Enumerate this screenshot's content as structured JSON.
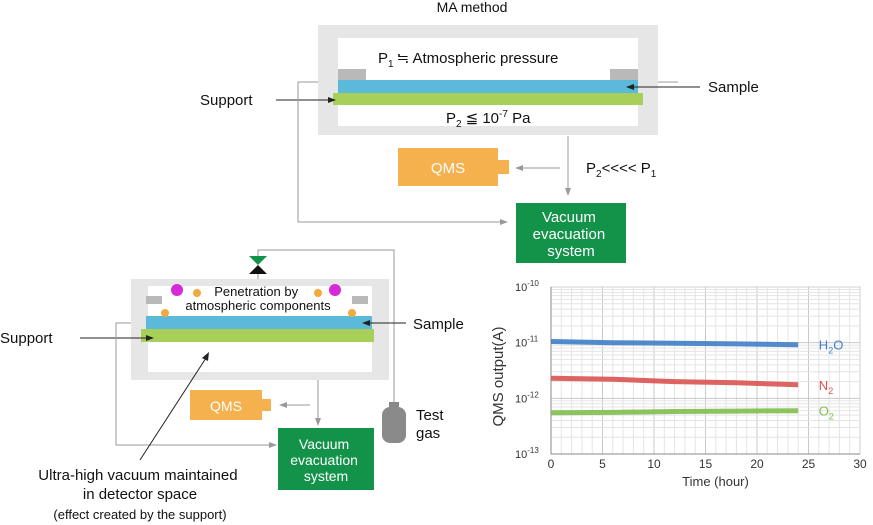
{
  "top": {
    "title": "MA method",
    "p1_var": "P",
    "p1_sub": "1",
    "p1_rest": "≒ Atmospheric pressure",
    "p2_var": "P",
    "p2_sub": "2",
    "p2_rest": "≦   10",
    "p2_exp": "-7",
    "p2_unit": " Pa",
    "support_label": "Support",
    "sample_label": "Sample",
    "qms_label": "QMS",
    "rel_var1": "P",
    "rel_sub1": "2",
    "rel_mid": "<<<< P",
    "rel_sub2": "1",
    "vac_lines": [
      "Vacuum",
      "evacuation",
      "system"
    ]
  },
  "bottom": {
    "penetration_lines": [
      "Penetration by",
      "atmospheric components"
    ],
    "support_label": "Support",
    "sample_label": "Sample",
    "qms_label": "QMS",
    "test_gas_lines": [
      "Test",
      "gas"
    ],
    "vac_lines": [
      "Vacuum",
      "evacuation",
      "system"
    ],
    "caption_lines": [
      "Ultra-high vacuum maintained",
      "in detector space"
    ],
    "caption_note": "(effect created by the support)"
  },
  "colors": {
    "sample": "#5bb9d9",
    "support": "#a9cf5b",
    "qms": "#f6b14f",
    "vacuum": "#13934a",
    "chamber": "#e6e6e6",
    "molecule_magenta": "#d62ad9",
    "molecule_orange": "#f2a93f",
    "h2o_series": "#3f7fc7",
    "n2_series": "#d9534f",
    "o2_series": "#7fbf4b"
  },
  "chart_data": {
    "type": "line",
    "xlabel": "Time (hour)",
    "ylabel": "QMS output(A)",
    "xlim": [
      0,
      30
    ],
    "xticks": [
      0,
      5,
      10,
      15,
      20,
      25,
      30
    ],
    "ylim_exp": [
      -13,
      -10
    ],
    "yticks": [
      {
        "base": "10",
        "exp": "-10"
      },
      {
        "base": "10",
        "exp": "-11"
      },
      {
        "base": "10",
        "exp": "-12"
      },
      {
        "base": "10",
        "exp": "-13"
      }
    ],
    "yscale": "log",
    "grid": true,
    "series": [
      {
        "name": "H2O",
        "label_base": "H",
        "label_sub": "2",
        "label_tail": "O",
        "color": "#3f7fc7",
        "x": [
          0,
          6,
          12,
          18,
          24
        ],
        "y": [
          1.05e-11,
          1e-11,
          9.8e-12,
          9.5e-12,
          9.2e-12
        ]
      },
      {
        "name": "N2",
        "label_base": "N",
        "label_sub": "2",
        "label_tail": "",
        "color": "#d9534f",
        "x": [
          0,
          6,
          12,
          18,
          24
        ],
        "y": [
          2.3e-12,
          2.2e-12,
          2e-12,
          1.9e-12,
          1.75e-12
        ]
      },
      {
        "name": "O2",
        "label_base": "O",
        "label_sub": "2",
        "label_tail": "",
        "color": "#7fbf4b",
        "x": [
          0,
          6,
          12,
          18,
          24
        ],
        "y": [
          5.5e-13,
          5.6e-13,
          5.8e-13,
          5.9e-13,
          6e-13
        ]
      }
    ]
  }
}
